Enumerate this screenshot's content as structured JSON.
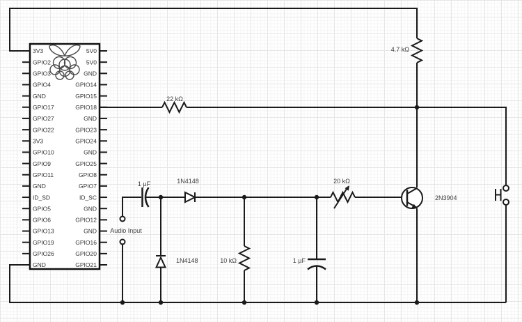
{
  "canvas": {
    "background": "#ffffff",
    "grid_major_color": "#e6e6e6",
    "grid_minor_color": "#f5f5f5",
    "wire_color": "#1a1a1a",
    "label_color": "#3d3d3d"
  },
  "gpio": {
    "part": "Raspberry Pi GPIO header",
    "left_pins": [
      "3V3",
      "GPIO2",
      "GPIO3",
      "GPIO4",
      "GND",
      "GPIO17",
      "GPIO27",
      "GPIO22",
      "3V3",
      "GPIO10",
      "GPIO9",
      "GPIO11",
      "GND",
      "ID_SD",
      "GPIO5",
      "GPIO6",
      "GPIO13",
      "GPIO19",
      "GPIO26",
      "GND"
    ],
    "right_pins": [
      "5V0",
      "5V0",
      "GND",
      "GPIO14",
      "GPIO15",
      "GPIO18",
      "GND",
      "GPIO23",
      "GPIO24",
      "GND",
      "GPIO25",
      "GPIO8",
      "GPIO7",
      "ID_SC",
      "GND",
      "GPIO12",
      "GND",
      "GPIO16",
      "GPIO20",
      "GPIO21"
    ]
  },
  "components": {
    "r_pullup": {
      "type": "resistor",
      "label": "4.7 kΩ"
    },
    "r_base": {
      "type": "resistor",
      "label": "22 kΩ"
    },
    "c_in": {
      "type": "capacitor",
      "label": "1 µF"
    },
    "d_series": {
      "type": "diode",
      "label": "1N4148"
    },
    "d_shunt": {
      "type": "diode",
      "label": "1N4148"
    },
    "r_shunt": {
      "type": "resistor",
      "label": "10 kΩ"
    },
    "c_filter": {
      "type": "capacitor",
      "label": "1 µF"
    },
    "pot": {
      "type": "variable-resistor",
      "label": "20 kΩ"
    },
    "transistor": {
      "type": "npn-transistor",
      "label": "2N3904"
    },
    "audio_input": {
      "type": "input-terminals",
      "label": "Audio Input"
    },
    "output_header": {
      "type": "2-pin-header",
      "label": ""
    }
  }
}
